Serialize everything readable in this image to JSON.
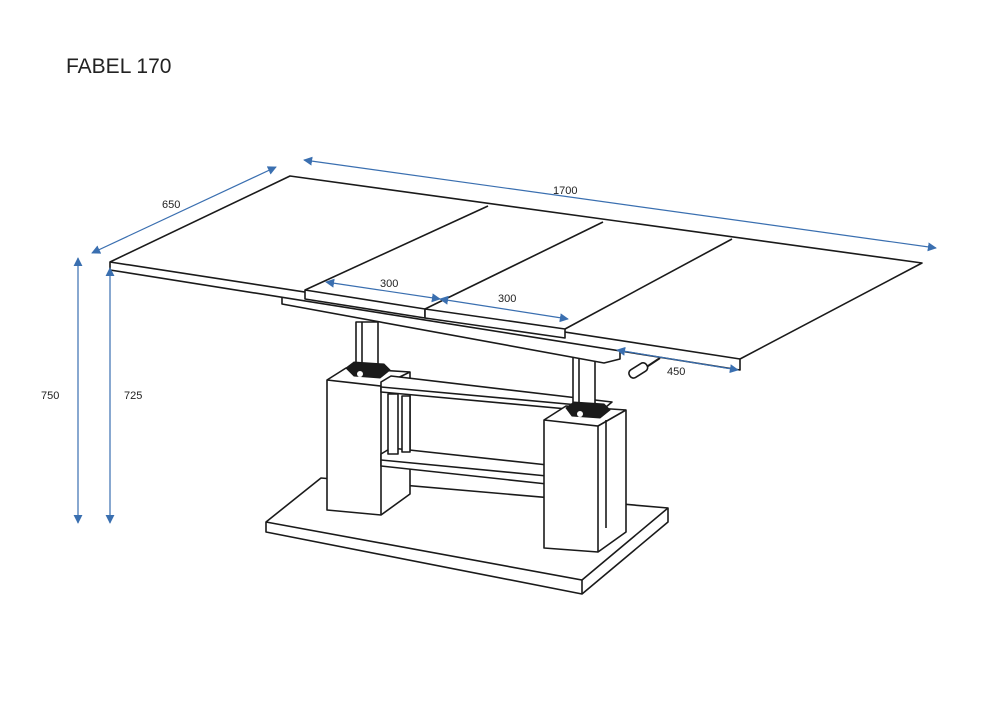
{
  "title": "FABEL  170",
  "dimensions": {
    "length": "1700",
    "depth": "650",
    "extension_left": "300",
    "extension_right": "300",
    "height_max": "750",
    "height_min": "725",
    "lift_range": "450"
  },
  "colors": {
    "dimension_line": "#3a6fb0",
    "outline": "#1a1a1a"
  }
}
